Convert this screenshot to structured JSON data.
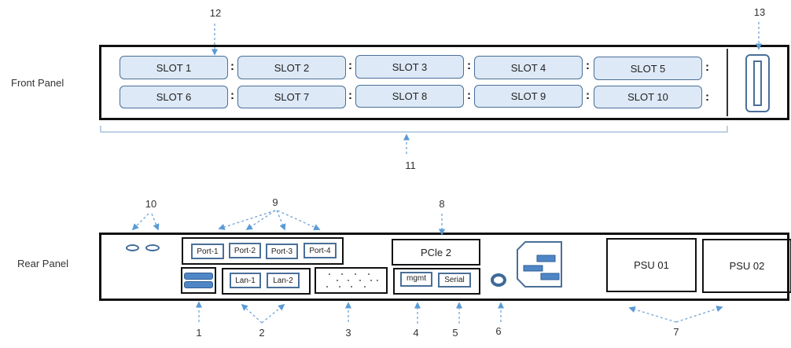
{
  "front_panel": {
    "label": "Front Panel",
    "slots_row1": [
      "SLOT 1",
      "SLOT 2",
      "SLOT 3",
      "SLOT 4",
      "SLOT 5"
    ],
    "slots_row2": [
      "SLOT 6",
      "SLOT 7",
      "SLOT 8",
      "SLOT 9",
      "SLOT 10"
    ],
    "separator": ":",
    "callouts": {
      "slot": "12",
      "bay_group": "11",
      "handle": "13"
    }
  },
  "rear_panel": {
    "label": "Rear Panel",
    "ports": [
      "Port-1",
      "Port-2",
      "Port-3",
      "Port-4"
    ],
    "lan": [
      "Lan-1",
      "Lan-2"
    ],
    "pcie": "PCle 2",
    "mgmt": "mgmt",
    "serial": "Serial",
    "psus": [
      "PSU 01",
      "PSU 02"
    ],
    "callouts": {
      "usb": "1",
      "lan": "2",
      "vga": "3",
      "mgmt": "4",
      "serial": "5",
      "power_button": "6",
      "psu": "7",
      "pcie": "8",
      "ports": "9",
      "leds": "10"
    }
  },
  "colors": {
    "slot_fill": "#dde9f6",
    "slot_border": "#4a6f98",
    "accent_blue": "#4f86c6",
    "arrow_blue": "#5b9bd5"
  }
}
